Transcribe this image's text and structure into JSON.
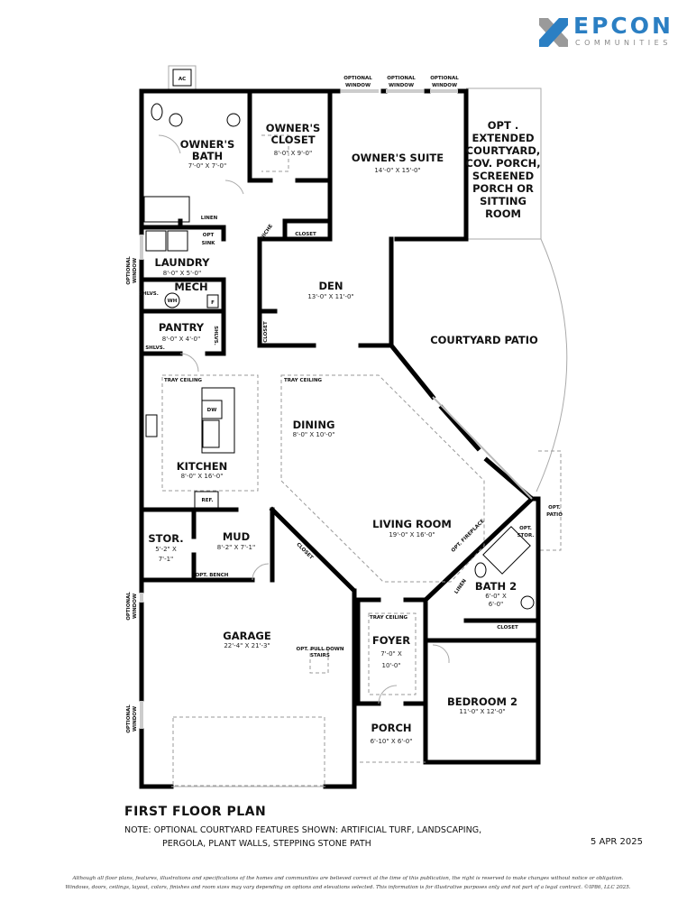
{
  "brand": {
    "name": "EPCON",
    "sub": "COMMUNITIES",
    "color": "#2b7fc3",
    "icon": "epcon-logo-icon"
  },
  "rooms": {
    "owners_bath": {
      "name1": "OWNER'S",
      "name2": "BATH",
      "size": "7'-0\" X 7'-0\""
    },
    "owners_closet": {
      "name1": "OWNER'S",
      "name2": "CLOSET",
      "size": "8'-0\" X 9'-0\""
    },
    "owners_suite": {
      "name": "OWNER'S SUITE",
      "size": "14'-0\" X 15'-0\""
    },
    "opt_extended": [
      "OPT .",
      "EXTENDED",
      "COURTYARD,",
      "COV. PORCH,",
      "SCREENED",
      "PORCH OR",
      "SITTING",
      "ROOM"
    ],
    "laundry": {
      "name": "LAUNDRY",
      "size": "8'-0\" X 5'-0\""
    },
    "mech": {
      "name": "MECH"
    },
    "pantry": {
      "name": "PANTRY",
      "size": "8'-0\" X 4'-0\""
    },
    "den": {
      "name": "DEN",
      "size": "13'-0\" X 11'-0\""
    },
    "courtyard_patio": {
      "name": "COURTYARD PATIO"
    },
    "kitchen": {
      "name": "KITCHEN",
      "size": "8'-0\" X  16'-0\""
    },
    "dining": {
      "name": "DINING",
      "size": "8'-0\" X 10'-0\""
    },
    "living_room": {
      "name": "LIVING ROOM",
      "size": "19'-0\" X 16'-0\""
    },
    "stor": {
      "name": "STOR.",
      "size1": "5'-2\" X",
      "size2": "7'-1\""
    },
    "mud": {
      "name": "MUD",
      "size": "8'-2\" X  7'-1\""
    },
    "bath2": {
      "name": "BATH 2",
      "size1": "6'-0\" X",
      "size2": "6'-0\""
    },
    "garage": {
      "name": "GARAGE",
      "size": "22'-4\" X 21'-3\""
    },
    "foyer": {
      "name": "FOYER",
      "size1": "7'-0\" X",
      "size2": "10'-0\""
    },
    "porch": {
      "name": "PORCH",
      "size": "6'-10\" X 6'-0\""
    },
    "bedroom2": {
      "name": "BEDROOM 2",
      "size": "11'-0\" X 12'-0\""
    }
  },
  "labels": {
    "ac": "AC",
    "optional": "OPTIONAL",
    "window": "WINDOW",
    "linen": "LINEN",
    "opt": "OPT",
    "sink": "SINK",
    "niche": "NICHE",
    "closet": "CLOSET",
    "shlvs": "SHLVS.",
    "wh": "WH",
    "f": "F",
    "tray_ceiling": "TRAY CEILING",
    "dw": "DW",
    "ref": "REF.",
    "opt_bench": "OPT. BENCH",
    "opt_fireplace": "OPT. FIREPLACE",
    "opt_stor1": "OPT.",
    "opt_stor2": "STOR.",
    "opt_patio1": "OPT.",
    "opt_patio2": "PATIO",
    "pull_down1": "OPT. PULL DOWN",
    "pull_down2": "STAIRS"
  },
  "footer": {
    "title": "FIRST FLOOR PLAN",
    "note1": "NOTE: OPTIONAL COURTYARD FEATURES SHOWN: ARTIFICIAL TURF, LANDSCAPING,",
    "note2": "PERGOLA, PLANT WALLS, STEPPING STONE PATH",
    "date": "5 APR 2025",
    "disclaimer1": "Although all floor plans, features, illustrations and specifications of the homes and communities are believed correct at the time of this publication, the right is reserved to make changes without notice or obligation.",
    "disclaimer2": "Windows, doors, ceilings, layout, colors, finishes and room sizes may vary depending on options and elevations selected. This information is for illustrative purposes only and not part of a legal contract.  ©IP86, LLC 2025."
  }
}
